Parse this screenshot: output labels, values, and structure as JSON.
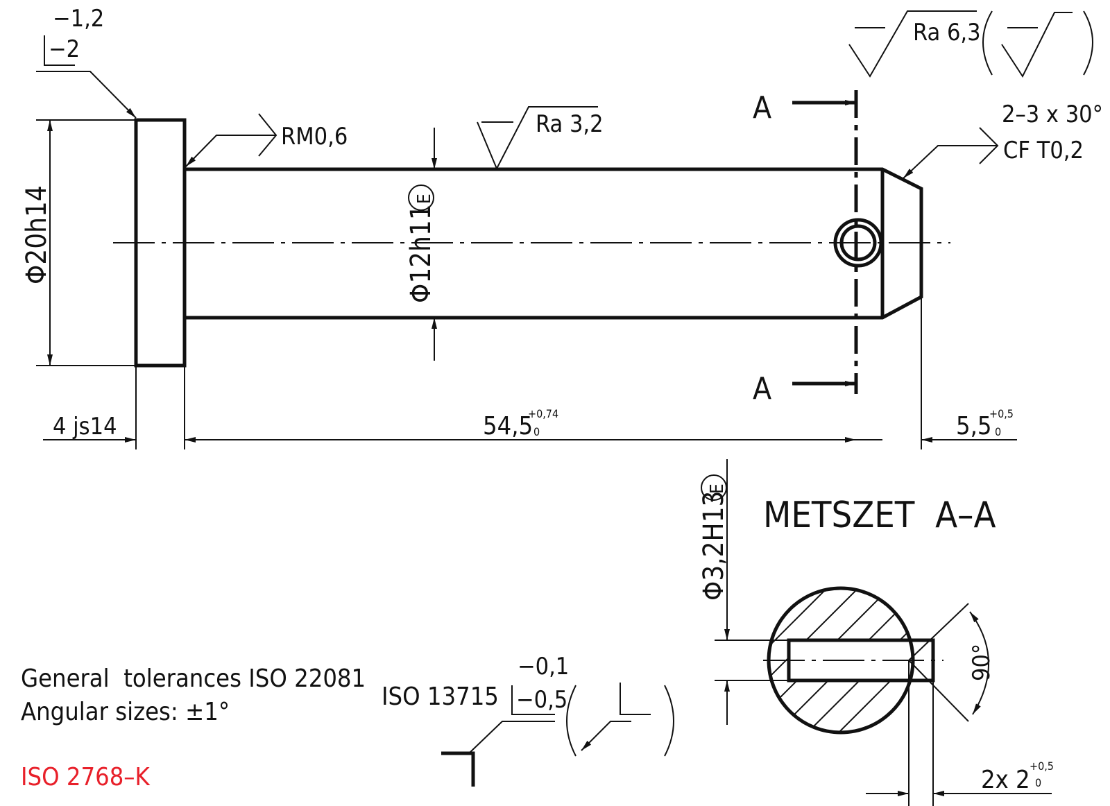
{
  "dimensions": {
    "head_axial_tol_upper": "−1,2",
    "head_axial_tol_lower": "−2",
    "head_diameter": "Φ20h14",
    "head_width": "4 js14",
    "shank_diameter": "Φ12h11",
    "envelope_symbol": "E",
    "length_main": "54,5",
    "length_main_upper": "+0,74",
    "length_main_lower": "0",
    "hole_to_end": "5,5",
    "hole_to_end_upper": "+0,5",
    "hole_to_end_lower": "0",
    "hole_diameter": "Φ3,2H13",
    "slot_width": "2x 2",
    "slot_width_upper": "+0,5",
    "slot_width_lower": "0",
    "angle": "90°"
  },
  "annotations": {
    "radius_note": "RM0,6",
    "chamfer_note_1": "2–3 x 30°",
    "chamfer_note_2": "CF T0,2",
    "section_letter_top": "A",
    "section_letter_bottom": "A",
    "section_title": "METSZET  A–A"
  },
  "surface_finish": {
    "general": "Ra 6,3",
    "shank": "Ra 3,2"
  },
  "edge_symbol": {
    "tol_upper": "−0,1",
    "tol_lower": "−0,5",
    "standard": "ISO 13715"
  },
  "notes": {
    "general_tolerances": "General  tolerances ISO 22081",
    "angular_sizes": "Angular sizes: ±1°",
    "iso_standard": "ISO 2768–K"
  },
  "colors": {
    "line": "#111111",
    "red_note": "#e8202a"
  }
}
